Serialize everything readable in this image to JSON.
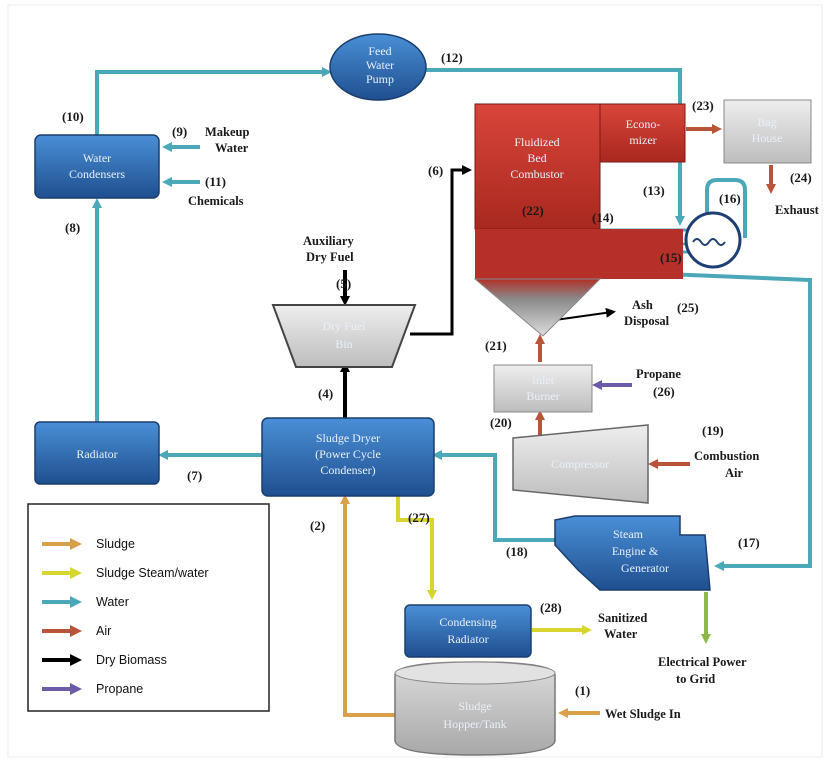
{
  "colors": {
    "sludge": "#d9a04a",
    "steam": "#d8d531",
    "water": "#4aa8b8",
    "air": "#b8543a",
    "biomass": "#000000",
    "propane": "#6b5ba8",
    "power": "#8cb84a",
    "box_blue": "#2c6bb0",
    "box_red": "#c0352a",
    "box_gray": "#d9d9d9"
  },
  "nodes": {
    "feed_water_pump": [
      "Feed",
      "Water",
      "Pump"
    ],
    "water_condensers": [
      "Water",
      "Condensers"
    ],
    "fluidized_bed": [
      "Fluidized",
      "Bed",
      "Combustor"
    ],
    "economizer": [
      "Econo-",
      "mizer"
    ],
    "bag_house": [
      "Bag",
      "House"
    ],
    "dry_fuel_bin": [
      "Dry Fuel",
      "Bin"
    ],
    "radiator": [
      "Radiator"
    ],
    "sludge_dryer": [
      "Sludge Dryer",
      "(Power Cycle",
      "Condenser)"
    ],
    "inlet_burner": [
      "Inlet",
      "Burner"
    ],
    "compressor": [
      "Compressor"
    ],
    "steam_engine": [
      "Steam",
      "Engine &",
      "Generator"
    ],
    "condensing_radiator": [
      "Condensing",
      "Radiator"
    ],
    "sludge_hopper": [
      "Sludge",
      "Hopper/Tank"
    ]
  },
  "labels": {
    "makeup": [
      "Makeup",
      "Water"
    ],
    "chemicals": "Chemicals",
    "auxiliary": [
      "Auxiliary",
      "Dry Fuel"
    ],
    "exhaust": "Exhaust",
    "ash": [
      "Ash",
      "Disposal"
    ],
    "propane": "Propane",
    "combustion_air": [
      "Combustion",
      "Air"
    ],
    "sanitized": [
      "Sanitized",
      "Water"
    ],
    "electrical": [
      "Electrical Power",
      "to Grid"
    ],
    "wet_sludge": "Wet Sludge In"
  },
  "stream_numbers": {
    "s1": "(1)",
    "s2": "(2)",
    "s4": "(4)",
    "s5": "(5)",
    "s6": "(6)",
    "s7": "(7)",
    "s8": "(8)",
    "s9": "(9)",
    "s10": "(10)",
    "s11": "(11)",
    "s12": "(12)",
    "s13": "(13)",
    "s14": "(14)",
    "s15": "(15)",
    "s16": "(16)",
    "s17": "(17)",
    "s18": "(18)",
    "s19": "(19)",
    "s20": "(20)",
    "s21": "(21)",
    "s22": "(22)",
    "s23": "(23)",
    "s24": "(24)",
    "s25": "(25)",
    "s26": "(26)",
    "s27": "(27)",
    "s28": "(28)"
  },
  "legend": {
    "items": [
      {
        "label": "Sludge",
        "color": "#d9a04a"
      },
      {
        "label": "Sludge Steam/water",
        "color": "#d8d531"
      },
      {
        "label": "Water",
        "color": "#4aa8b8"
      },
      {
        "label": "Air",
        "color": "#b8543a"
      },
      {
        "label": "Dry Biomass",
        "color": "#000000"
      },
      {
        "label": "Propane",
        "color": "#6b5ba8"
      }
    ]
  }
}
